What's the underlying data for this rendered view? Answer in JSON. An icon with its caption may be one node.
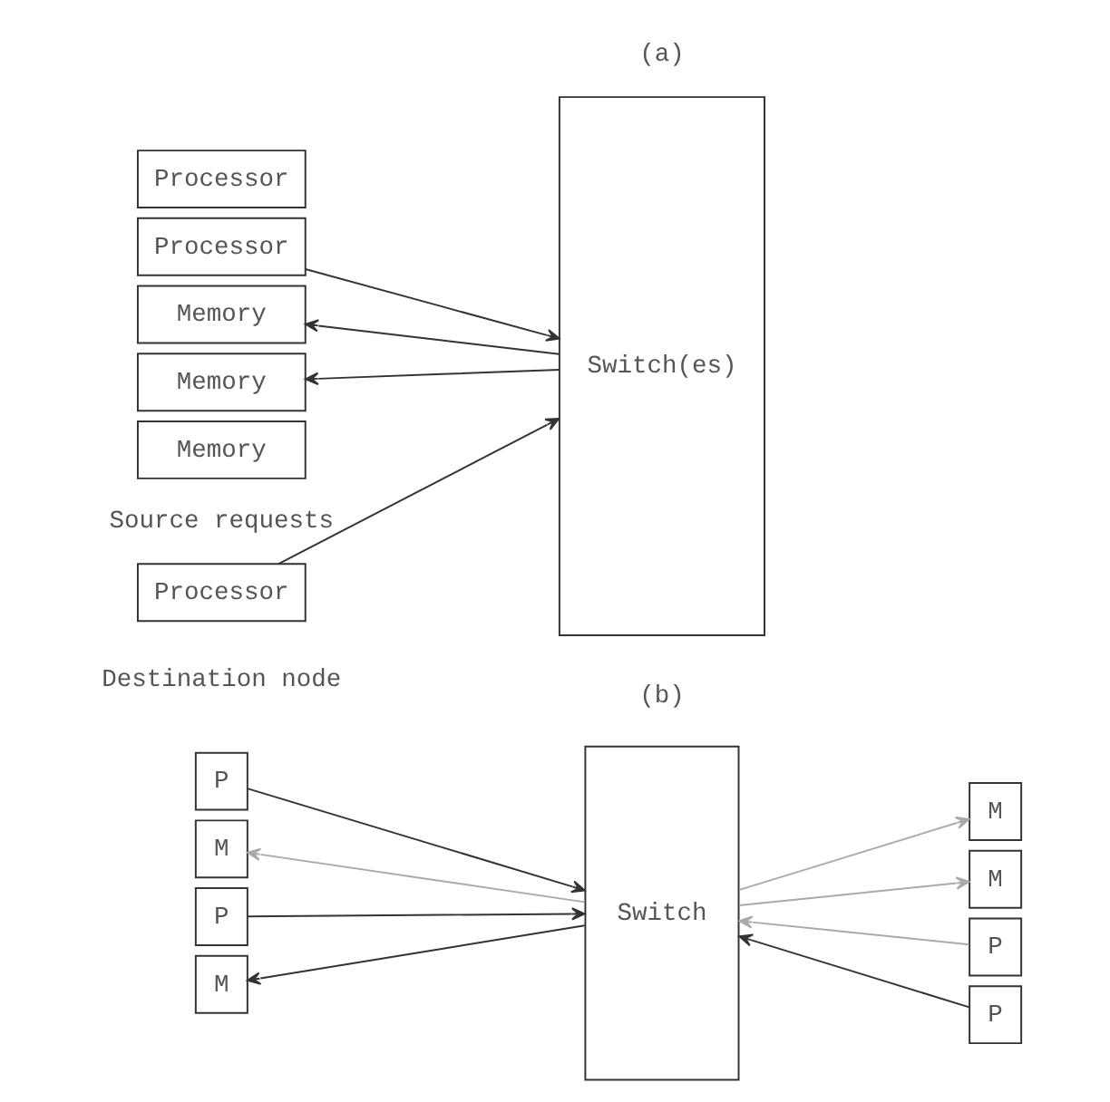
{
  "diagram": {
    "nodes": [
      {
        "text": [
          "Processor"
        ]
      },
      {
        "text": [
          "Memory"
        ]
      },
      {
        "text": [
          "Processor"
        ]
      },
      {
        "text": [
          "Memory"
        ]
      },
      {
        "text": [
          "Processor"
        ]
      },
      {
        "text": [
          "Memory"
        ]
      },
      {
        "text": [
          "Switch(es)"
        ]
      },
      {
        "text": [
          "P"
        ]
      },
      {
        "text": [
          "M"
        ]
      },
      {
        "text": [
          "Switch"
        ]
      },
      {
        "text": [
          "P"
        ]
      },
      {
        "text": [
          "M"
        ]
      },
      {
        "text": [
          "P"
        ]
      },
      {
        "text": [
          "M"
        ]
      },
      {
        "text": [
          "P"
        ]
      },
      {
        "text": [
          "M"
        ]
      }
    ],
    "edges": [
      {
        "from": 0,
        "to": 6,
        "arrow": "to"
      },
      {
        "from": 6,
        "to": 1,
        "arrow": "to"
      },
      {
        "from": 2,
        "to": 6,
        "arrow": "to"
      },
      {
        "from": 6,
        "to": 3,
        "arrow": "to"
      },
      {
        "from": 7,
        "to": 9,
        "arrow": "to"
      },
      {
        "from": 9,
        "to": 8,
        "arrow": "to"
      },
      {
        "from": 10,
        "to": 9,
        "arrow": "to",
        "color": "#aaaaaa"
      },
      {
        "from": 9,
        "to": 11,
        "arrow": "to",
        "color": "#aaaaaa"
      },
      {
        "from": 12,
        "to": 9,
        "arrow": "to"
      },
      {
        "from": 9,
        "to": 13,
        "arrow": "to",
        "color": "#aaaaaa"
      },
      {
        "from": 14,
        "to": 9,
        "arrow": "to"
      },
      {
        "from": 9,
        "to": 15,
        "arrow": "to",
        "color": "#aaaaaa"
      }
    ],
    "labels": [
      "(a)",
      "Source requests",
      "Destination node",
      "(b)"
    ]
  }
}
